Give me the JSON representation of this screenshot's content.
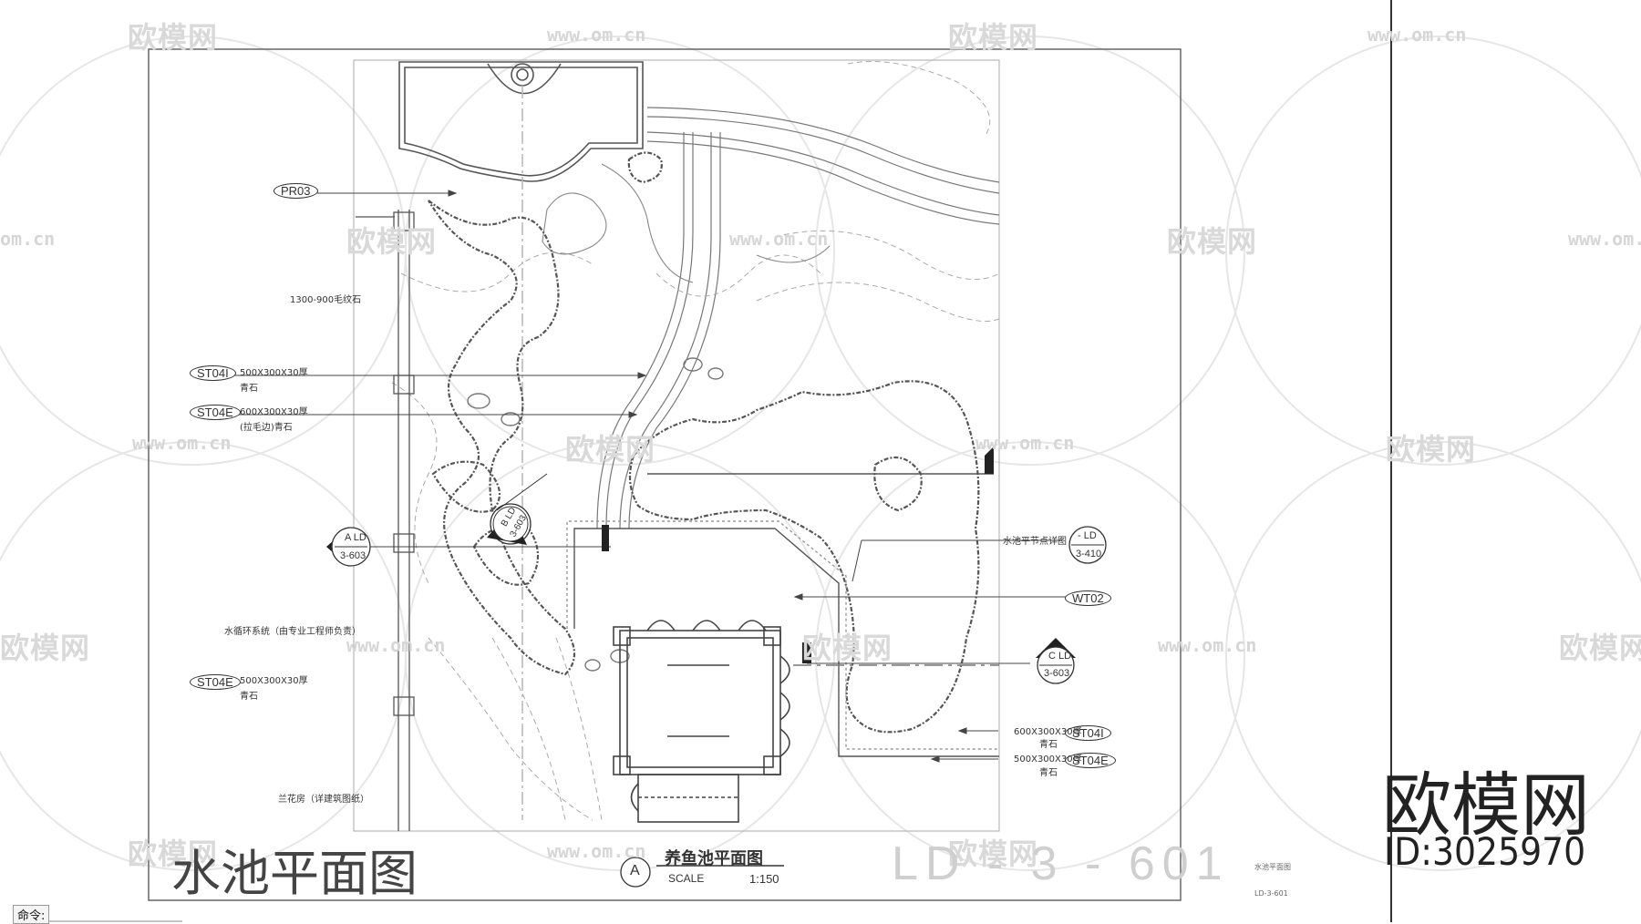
{
  "watermark": {
    "brand": "欧模网",
    "url": "www.om.cn",
    "url_partial": "om.cn"
  },
  "drawing": {
    "title_cn": "水池平面图",
    "sheet_number": "LD - 3 - 601",
    "plan_marker": "A",
    "plan_title": "养鱼池平面图",
    "scale_label": "SCALE",
    "scale_value": "1:150",
    "callouts": {
      "pr03": "PR03",
      "st04i_left": "ST04I",
      "st04e_left_upper": "ST04E",
      "st04e_left_lower": "ST04E",
      "wt02": "WT02",
      "st04i_right": "ST04I",
      "st04e_right": "ST04E"
    },
    "notes": {
      "stone": "1300-900毛纹石",
      "st04i_spec_line1": "500X300X30厚",
      "st04i_spec_line2": "青石",
      "st04e_spec_line1": "600X300X30厚",
      "st04e_spec_line2": "(拉毛边)青石",
      "water_system": "水循环系统（由专业工程师负责）",
      "st04e_lower_line1": "500X300X30厚",
      "st04e_lower_line2": "青石",
      "flower_room": "兰花房（详建筑图纸）",
      "pond_detail": "水池平节点详图",
      "right_st04i_line1": "600X300X30厚",
      "right_st04i_line2": "青石",
      "right_st04e_line1": "500X300X30厚",
      "right_st04e_line2": "青石"
    },
    "section_markers": [
      {
        "id": "A",
        "sheet": "LD",
        "ref": "3-603"
      },
      {
        "id": "B",
        "sheet": "LD",
        "ref": "3-603"
      },
      {
        "id": "C",
        "sheet": "LD",
        "ref": "3-603"
      },
      {
        "id": "-",
        "sheet": "LD",
        "ref": "3-410"
      }
    ],
    "side_panel": {
      "title": "水池平面图",
      "code": "LD-3-601"
    },
    "command_label": "命令:"
  },
  "branding": {
    "brand_name": "欧模网",
    "id_label": "ID:3025970"
  },
  "colors": {
    "line": "#555555",
    "line_light": "#9a9a9a",
    "watermark": "#d6d6d6",
    "brand": "#222222"
  }
}
